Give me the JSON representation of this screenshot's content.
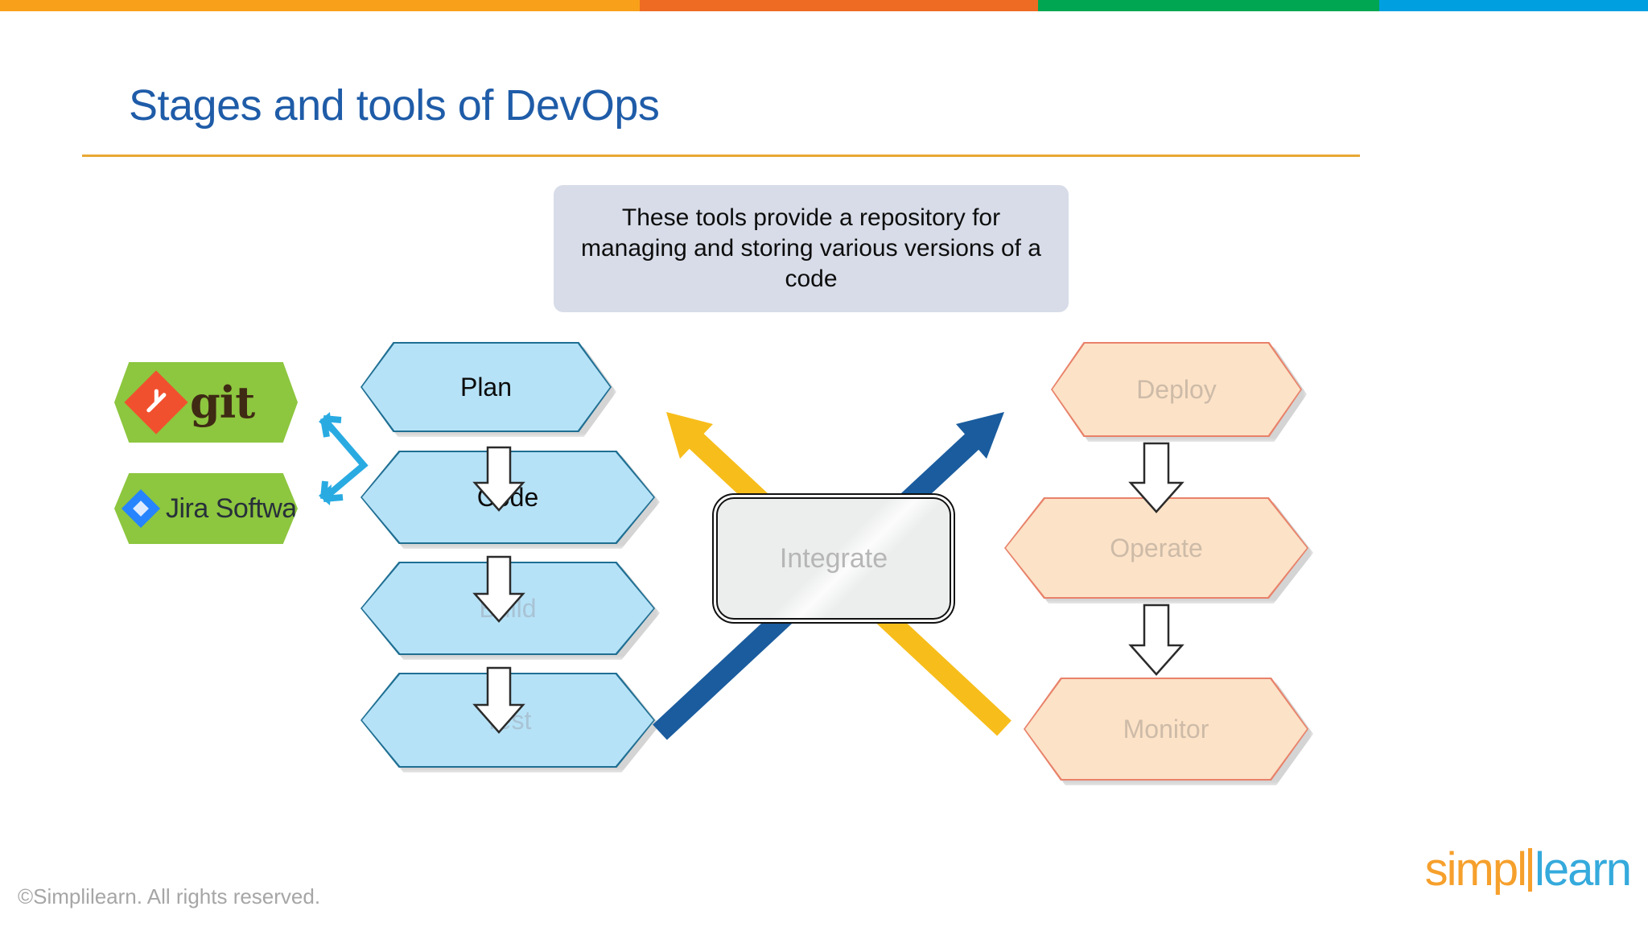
{
  "slide": {
    "title": "Stages and tools of DevOps",
    "footer_copyright": "©Simplilearn. All rights reserved.",
    "brand": {
      "part1": "simpl",
      "part2": "learn"
    }
  },
  "topbar": {
    "segments": [
      {
        "name": "yellow",
        "color": "#f9a01b"
      },
      {
        "name": "orange",
        "color": "#ee6b23"
      },
      {
        "name": "green",
        "color": "#00a651"
      },
      {
        "name": "blue",
        "color": "#00a0e0"
      }
    ]
  },
  "callout": {
    "text": "These tools provide a repository for managing and storing various versions of a code",
    "bg_color": "#d7dce8"
  },
  "tools": [
    {
      "id": "git",
      "label": "git",
      "hex_color": "#8dc63f",
      "mark_color": "#f1502f"
    },
    {
      "id": "jira",
      "label": "Jira Software",
      "hex_color": "#8dc63f",
      "mark_color": "#2684ff"
    }
  ],
  "stages": {
    "dev_chain": [
      {
        "id": "plan",
        "label": "Plan",
        "state": "active"
      },
      {
        "id": "code",
        "label": "Code",
        "state": "active"
      },
      {
        "id": "build",
        "label": "Build",
        "state": "dim"
      },
      {
        "id": "test",
        "label": "Test",
        "state": "dim"
      }
    ],
    "ops_chain": [
      {
        "id": "deploy",
        "label": "Deploy",
        "state": "dim"
      },
      {
        "id": "operate",
        "label": "Operate",
        "state": "dim"
      },
      {
        "id": "monitor",
        "label": "Monitor",
        "state": "dim"
      }
    ],
    "center": {
      "id": "integrate",
      "label": "Integrate",
      "state": "dim"
    }
  },
  "colors": {
    "title_blue": "#1f5ca8",
    "rule_gold": "#e8a833",
    "dev_hex_fill": "#b6e2f7",
    "dev_hex_border": "#1f6f93",
    "ops_hex_fill": "#fce2c7",
    "ops_hex_border": "#e8826a",
    "arrow_yellow": "#f7bd1b",
    "arrow_darkblue": "#1a5c9e",
    "arrow_lightblue": "#29abe2"
  }
}
